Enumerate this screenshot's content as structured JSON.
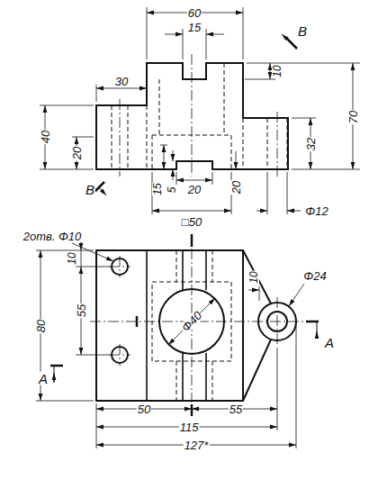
{
  "diagram": {
    "labels": [
      "60",
      "15",
      "10",
      "B",
      "30",
      "40",
      "20",
      "70",
      "32",
      "B",
      "15",
      "5",
      "20",
      "20",
      "□50",
      "Φ12",
      "2отв. Φ10",
      "10",
      "80",
      "55",
      "Φ40",
      "Φ24",
      "10",
      "A",
      "A",
      "50",
      "55",
      "115",
      "127*"
    ]
  }
}
